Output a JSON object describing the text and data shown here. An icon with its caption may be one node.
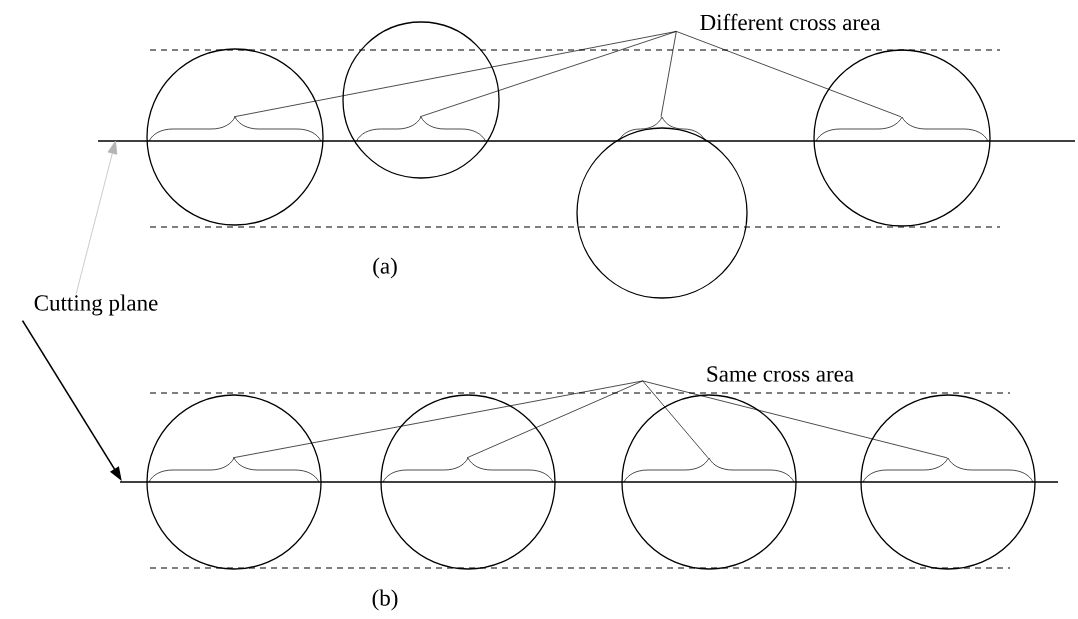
{
  "diagram": {
    "nodes": [
      {
        "text": [
          "Different cross area"
        ]
      },
      {
        "text": [],
        "shape": "brace"
      },
      {
        "text": [],
        "shape": "brace"
      },
      {
        "text": [],
        "shape": "brace"
      },
      {
        "text": [],
        "shape": "brace"
      },
      {
        "text": [],
        "shape": "line"
      },
      {
        "text": [
          "Cutting plane"
        ]
      },
      {
        "text": [
          "Same cross area"
        ]
      },
      {
        "text": [],
        "shape": "brace"
      },
      {
        "text": [],
        "shape": "brace"
      },
      {
        "text": [],
        "shape": "brace"
      },
      {
        "text": [],
        "shape": "brace"
      },
      {
        "text": [],
        "shape": "line"
      }
    ],
    "edges": [
      {
        "from": 0,
        "to": 1,
        "arrow": "none"
      },
      {
        "from": 0,
        "to": 2,
        "arrow": "none"
      },
      {
        "from": 0,
        "to": 3,
        "arrow": "none"
      },
      {
        "from": 0,
        "to": 4,
        "arrow": "none"
      },
      {
        "from": 7,
        "to": 8,
        "arrow": "none"
      },
      {
        "from": 7,
        "to": 9,
        "arrow": "none"
      },
      {
        "from": 7,
        "to": 10,
        "arrow": "none"
      },
      {
        "from": 7,
        "to": 11,
        "arrow": "none"
      },
      {
        "from": 6,
        "to": 5,
        "arrow": "to",
        "color": "#b4b4b4"
      },
      {
        "from": 6,
        "to": 12,
        "arrow": "to"
      }
    ],
    "labels": [
      "(a)",
      "(b)"
    ]
  }
}
